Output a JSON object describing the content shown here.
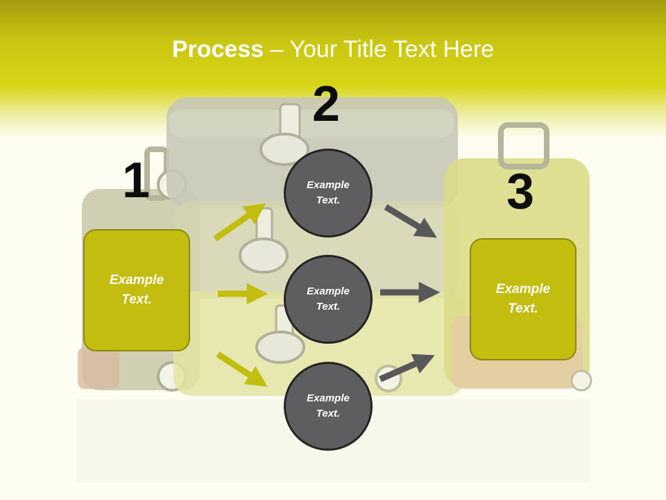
{
  "title": {
    "strong": "Process",
    "rest": " – Your Title Text Here"
  },
  "steps": {
    "one": "1",
    "two": "2",
    "three": "3"
  },
  "left_box": {
    "text": "Example Text."
  },
  "right_box": {
    "text": "Example Text."
  },
  "circles": [
    {
      "text": "Example Text."
    },
    {
      "text": "Example Text."
    },
    {
      "text": "Example Text."
    }
  ],
  "colors": {
    "accent_yellow": "#c2bd0e",
    "circle_fill": "#5e5e60",
    "arrow_gray": "#58585a"
  }
}
